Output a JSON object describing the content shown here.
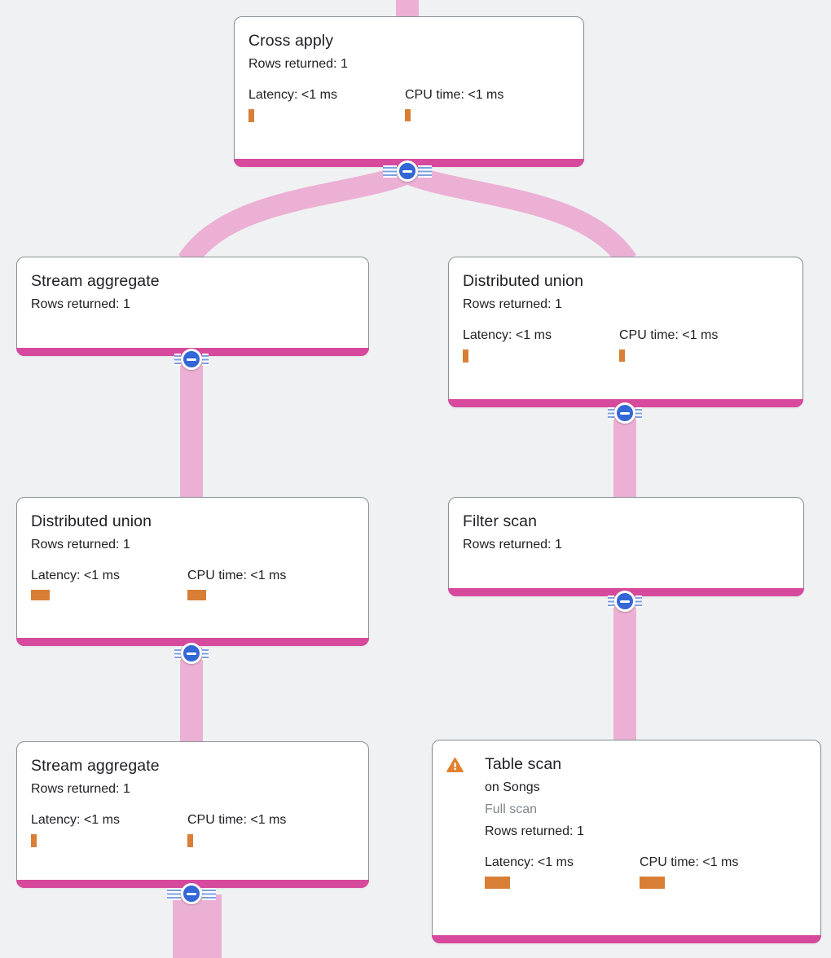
{
  "canvas": {
    "type": "query-execution-plan-tree",
    "note_offscreen": "parent edge enters from top of view; last left-branch edge continues below bottom of view"
  },
  "colors": {
    "bg": "#f0f1f3",
    "accent": "#d6499c",
    "edge": "#ecb0d4",
    "blue": "#3367d6",
    "bar": "#d87f35",
    "warn": "#e2812f",
    "border": "#8b9196",
    "text": "#202124",
    "muted": "#80868b",
    "stripe": "#7ea0e0"
  },
  "icons": {
    "collapse": "minus-circle-icon",
    "warning": "warning-triangle-icon"
  },
  "nodes": [
    {
      "id": "cross-apply",
      "title": "Cross apply",
      "rows_returned": "Rows returned: 1",
      "latency": "Latency: <1 ms",
      "cpu": "CPU time: <1 ms"
    },
    {
      "id": "stream-aggregate-1",
      "title": "Stream aggregate",
      "rows_returned": "Rows returned: 1"
    },
    {
      "id": "distributed-union-1",
      "title": "Distributed union",
      "rows_returned": "Rows returned: 1",
      "latency": "Latency: <1 ms",
      "cpu": "CPU time: <1 ms"
    },
    {
      "id": "distributed-union-2",
      "title": "Distributed union",
      "rows_returned": "Rows returned: 1",
      "latency": "Latency: <1 ms",
      "cpu": "CPU time: <1 ms"
    },
    {
      "id": "filter-scan",
      "title": "Filter scan",
      "rows_returned": "Rows returned: 1"
    },
    {
      "id": "stream-aggregate-2",
      "title": "Stream aggregate",
      "rows_returned": "Rows returned: 1",
      "latency": "Latency: <1 ms",
      "cpu": "CPU time: <1 ms"
    },
    {
      "id": "table-scan",
      "title": "Table scan",
      "subtitle": "on Songs",
      "scan_type": "Full scan",
      "rows_returned": "Rows returned: 1",
      "latency": "Latency: <1 ms",
      "cpu": "CPU time: <1 ms",
      "warning": "true"
    }
  ],
  "edges": [
    {
      "from": "offscreen-parent",
      "to": "cross-apply"
    },
    {
      "from": "cross-apply",
      "to": "stream-aggregate-1"
    },
    {
      "from": "cross-apply",
      "to": "distributed-union-1"
    },
    {
      "from": "stream-aggregate-1",
      "to": "distributed-union-2"
    },
    {
      "from": "distributed-union-1",
      "to": "filter-scan"
    },
    {
      "from": "distributed-union-2",
      "to": "stream-aggregate-2"
    },
    {
      "from": "filter-scan",
      "to": "table-scan"
    },
    {
      "from": "stream-aggregate-2",
      "to": "offscreen-child"
    }
  ]
}
